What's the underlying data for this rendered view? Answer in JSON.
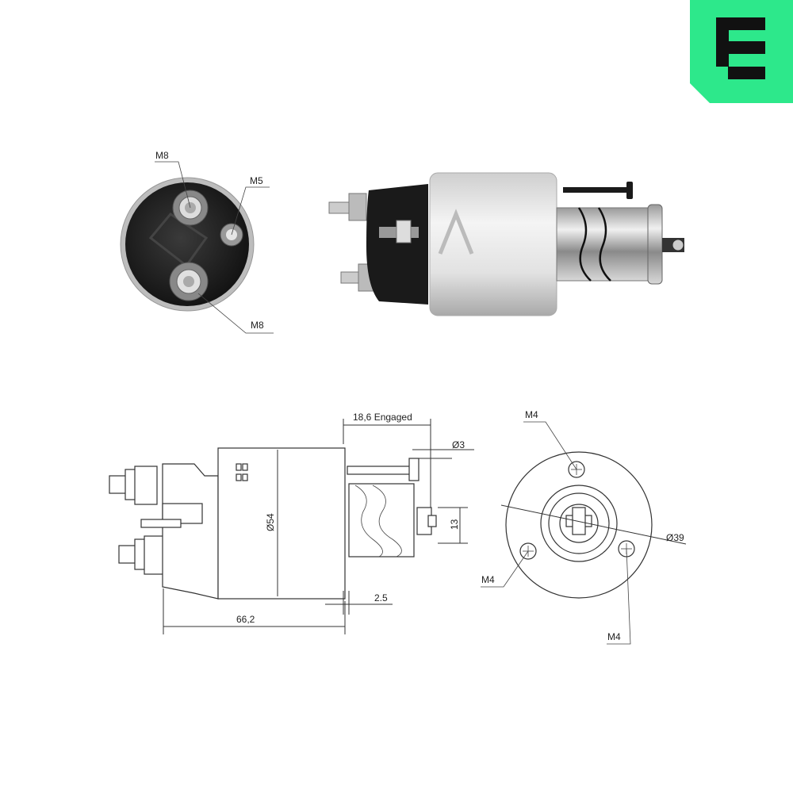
{
  "brand": {
    "logo_letter": "E",
    "logo_color": "#2de88b",
    "logo_ink": "#111111",
    "logo_name": "brand-logo"
  },
  "photo_end_view": {
    "labels": {
      "terminal_top": "M8",
      "terminal_small": "M5",
      "terminal_bottom": "M8"
    }
  },
  "drawing_side_view": {
    "dimensions": {
      "engaged": "18,6 Engaged",
      "plunger_diameter": "Ø3",
      "body_diameter": "Ø54",
      "height_13": "13",
      "gap": "2.5",
      "length": "66,2"
    }
  },
  "drawing_front_view": {
    "labels": {
      "hole_top": "M4",
      "hole_left": "M4",
      "hole_right": "M4",
      "bolt_circle": "Ø39"
    }
  },
  "colors": {
    "body_silver": "#e6e6e6",
    "cap_black": "#1a1a1a",
    "line": "#333333"
  }
}
